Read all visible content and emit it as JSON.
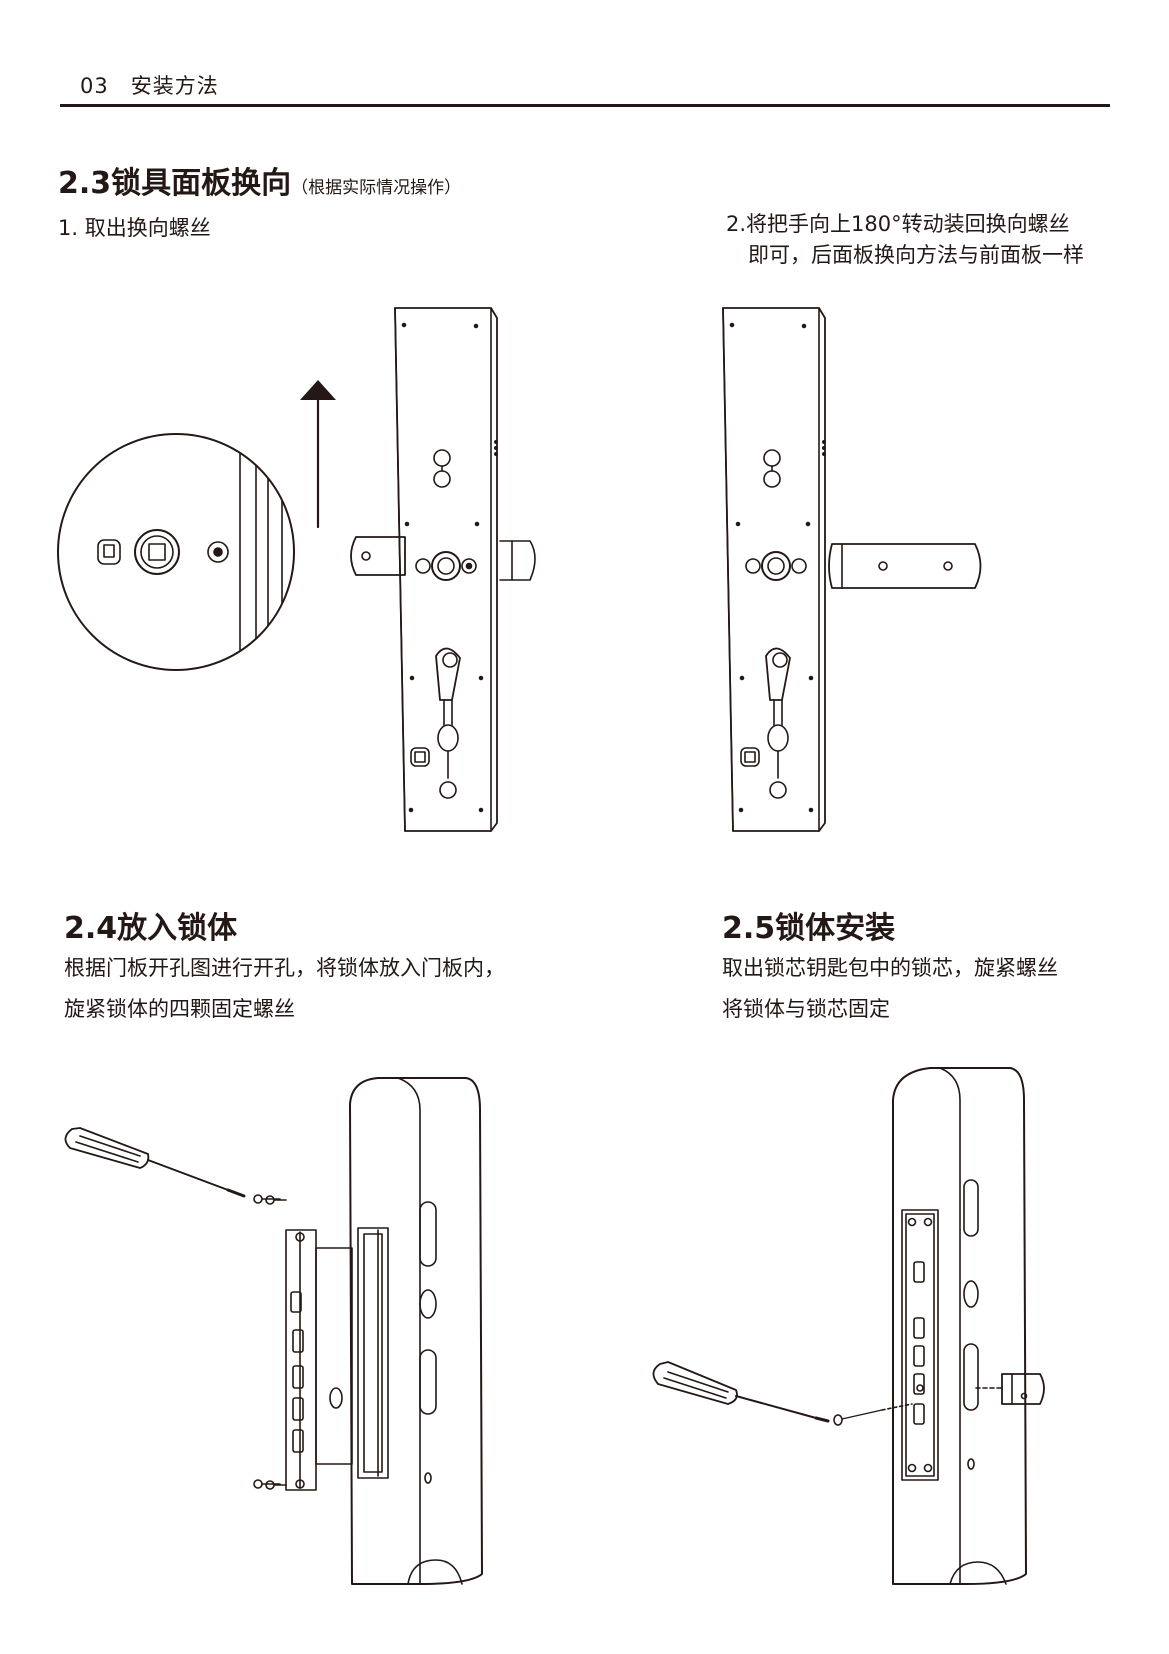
{
  "header": {
    "page_number": "03",
    "title": "安装方法"
  },
  "s23": {
    "title": "2.3锁具面板换向",
    "note": "（根据实际情况操作）",
    "step1": "1. 取出换向螺丝",
    "step2_line1": "2.将把手向上180°转动装回换向螺丝",
    "step2_line2": "即可，后面板换向方法与前面板一样"
  },
  "s24": {
    "title": "2.4放入锁体",
    "line1": "根据门板开孔图进行开孔，将锁体放入门板内，",
    "line2": "旋紧锁体的四颗固定螺丝"
  },
  "s25": {
    "title": "2.5锁体安装",
    "line1": "取出锁芯钥匙包中的锁芯，旋紧螺丝",
    "line2": "将锁体与锁芯固定"
  }
}
